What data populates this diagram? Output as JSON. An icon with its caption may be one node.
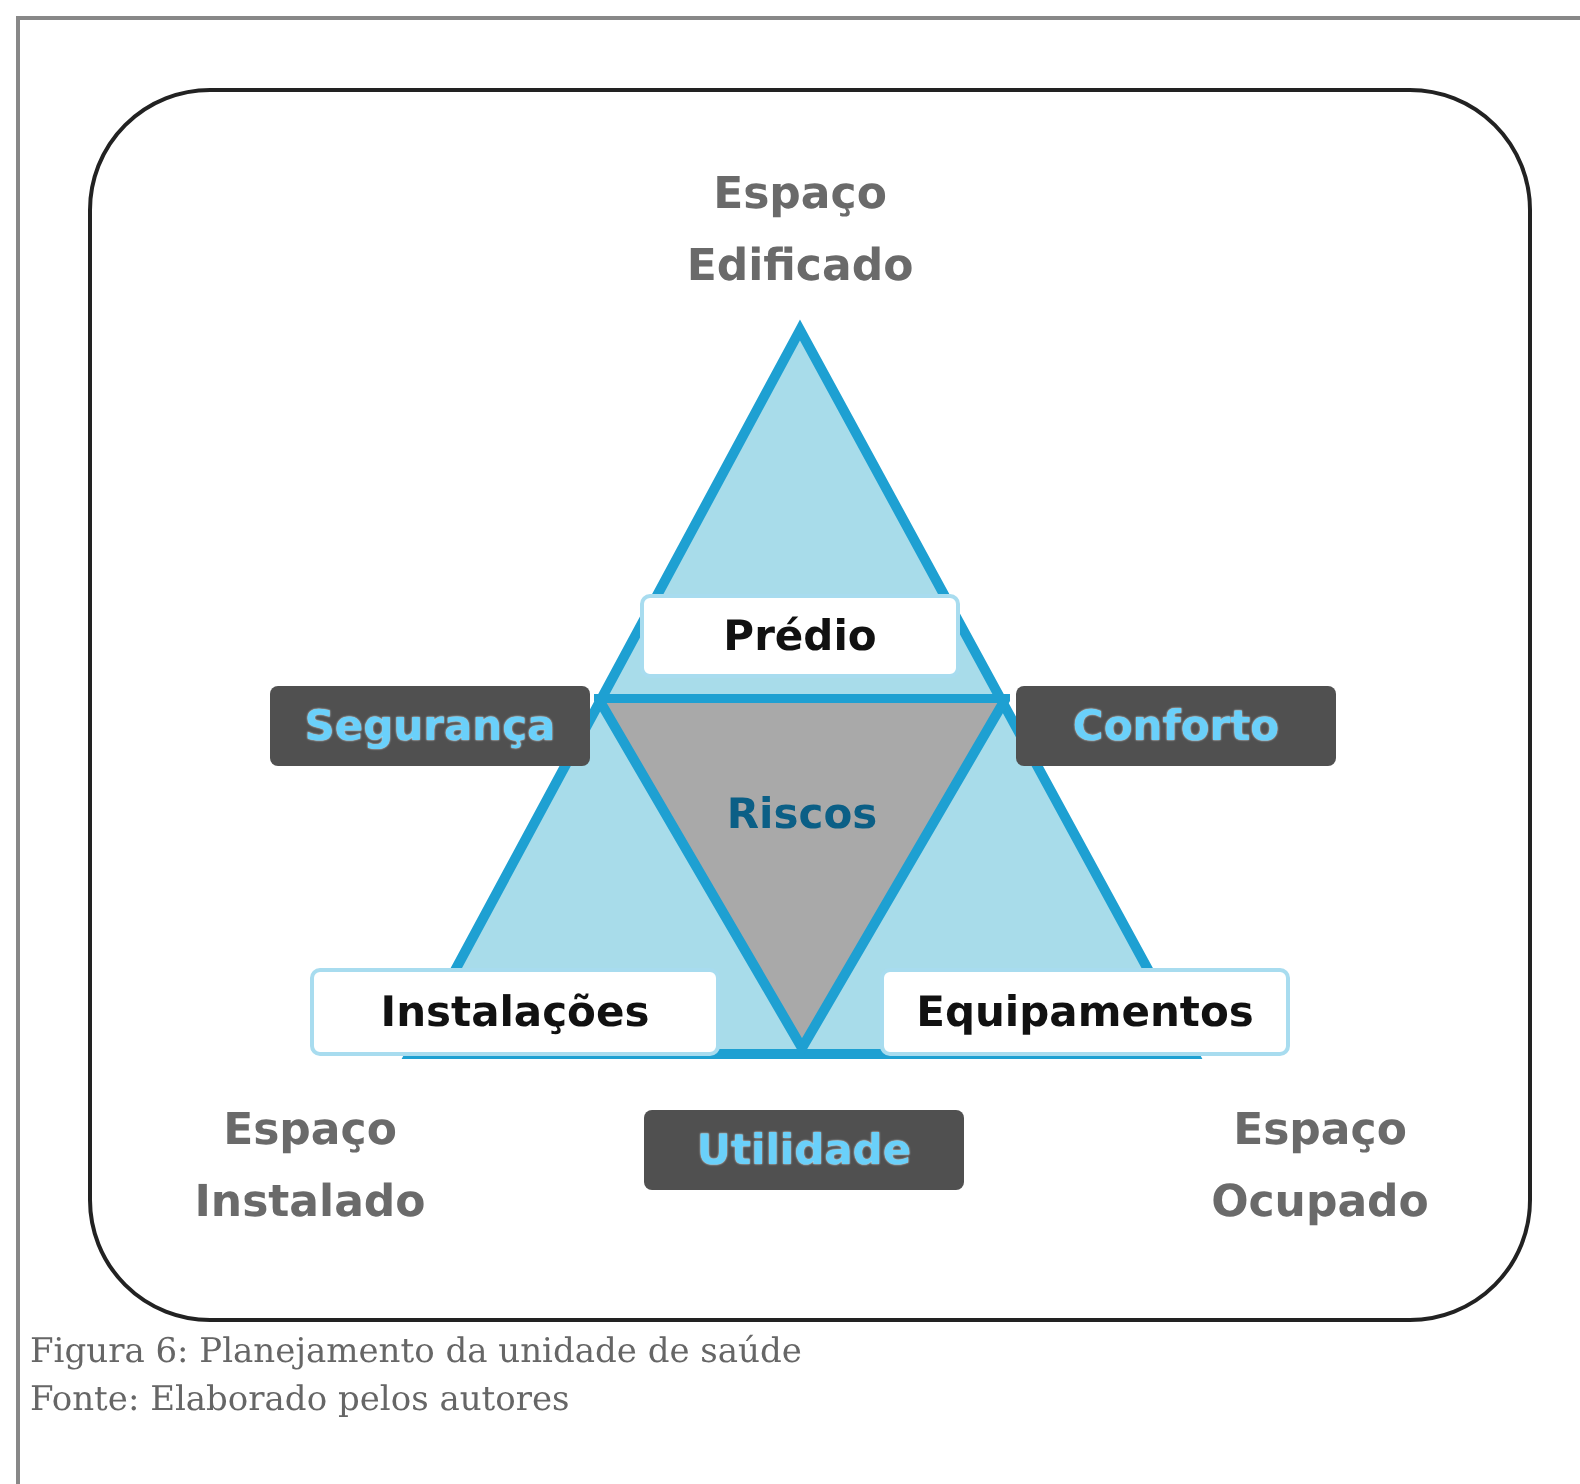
{
  "diagram": {
    "caption": "Figura 6: Planejamento da unidade de saúde",
    "nodes": [
      {
        "text": [
          "Prédio"
        ]
      },
      {
        "text": [
          "Segurança"
        ]
      },
      {
        "text": [
          "Conforto"
        ]
      },
      {
        "text": [
          "Riscos"
        ]
      },
      {
        "text": [
          "Instalações"
        ]
      },
      {
        "text": [
          "Equipamentos"
        ]
      },
      {
        "text": [
          "Utilidade"
        ]
      }
    ],
    "edges": [],
    "labels": [
      "Espaço Edificado",
      "Espaço Instalado",
      "Espaço Ocupado",
      "Fonte: Elaborado pelos autores"
    ]
  }
}
